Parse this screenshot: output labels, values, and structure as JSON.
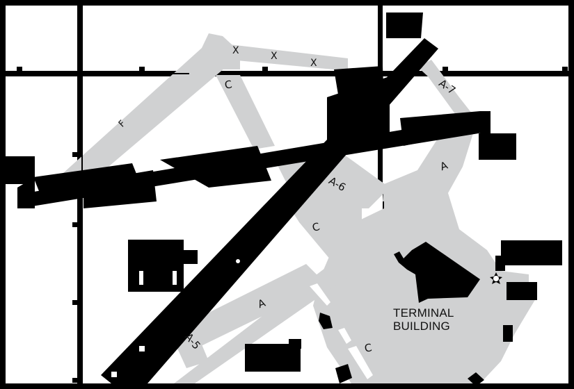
{
  "map": {
    "type": "airport-diagram",
    "colors": {
      "background": "#ffffff",
      "taxiway": "#d0d1d2",
      "runway": "#000000",
      "gridline": "#000000",
      "text": "#111111"
    },
    "building_label": {
      "line1": "TERMINAL",
      "line2": "BUILDING"
    },
    "taxiway_labels": [
      {
        "id": "c-north",
        "text": "C"
      },
      {
        "id": "f",
        "text": "F"
      },
      {
        "id": "x1",
        "text": "X"
      },
      {
        "id": "x2",
        "text": "X"
      },
      {
        "id": "x3",
        "text": "X"
      },
      {
        "id": "a7",
        "text": "A-7"
      },
      {
        "id": "a-east",
        "text": "A"
      },
      {
        "id": "a6",
        "text": "A-6"
      },
      {
        "id": "c-mid",
        "text": "C"
      },
      {
        "id": "a-south",
        "text": "A"
      },
      {
        "id": "a5",
        "text": "A-5"
      },
      {
        "id": "c-south",
        "text": "C"
      }
    ],
    "markers": [
      {
        "id": "beacon",
        "icon": "beacon-star-icon"
      }
    ]
  }
}
